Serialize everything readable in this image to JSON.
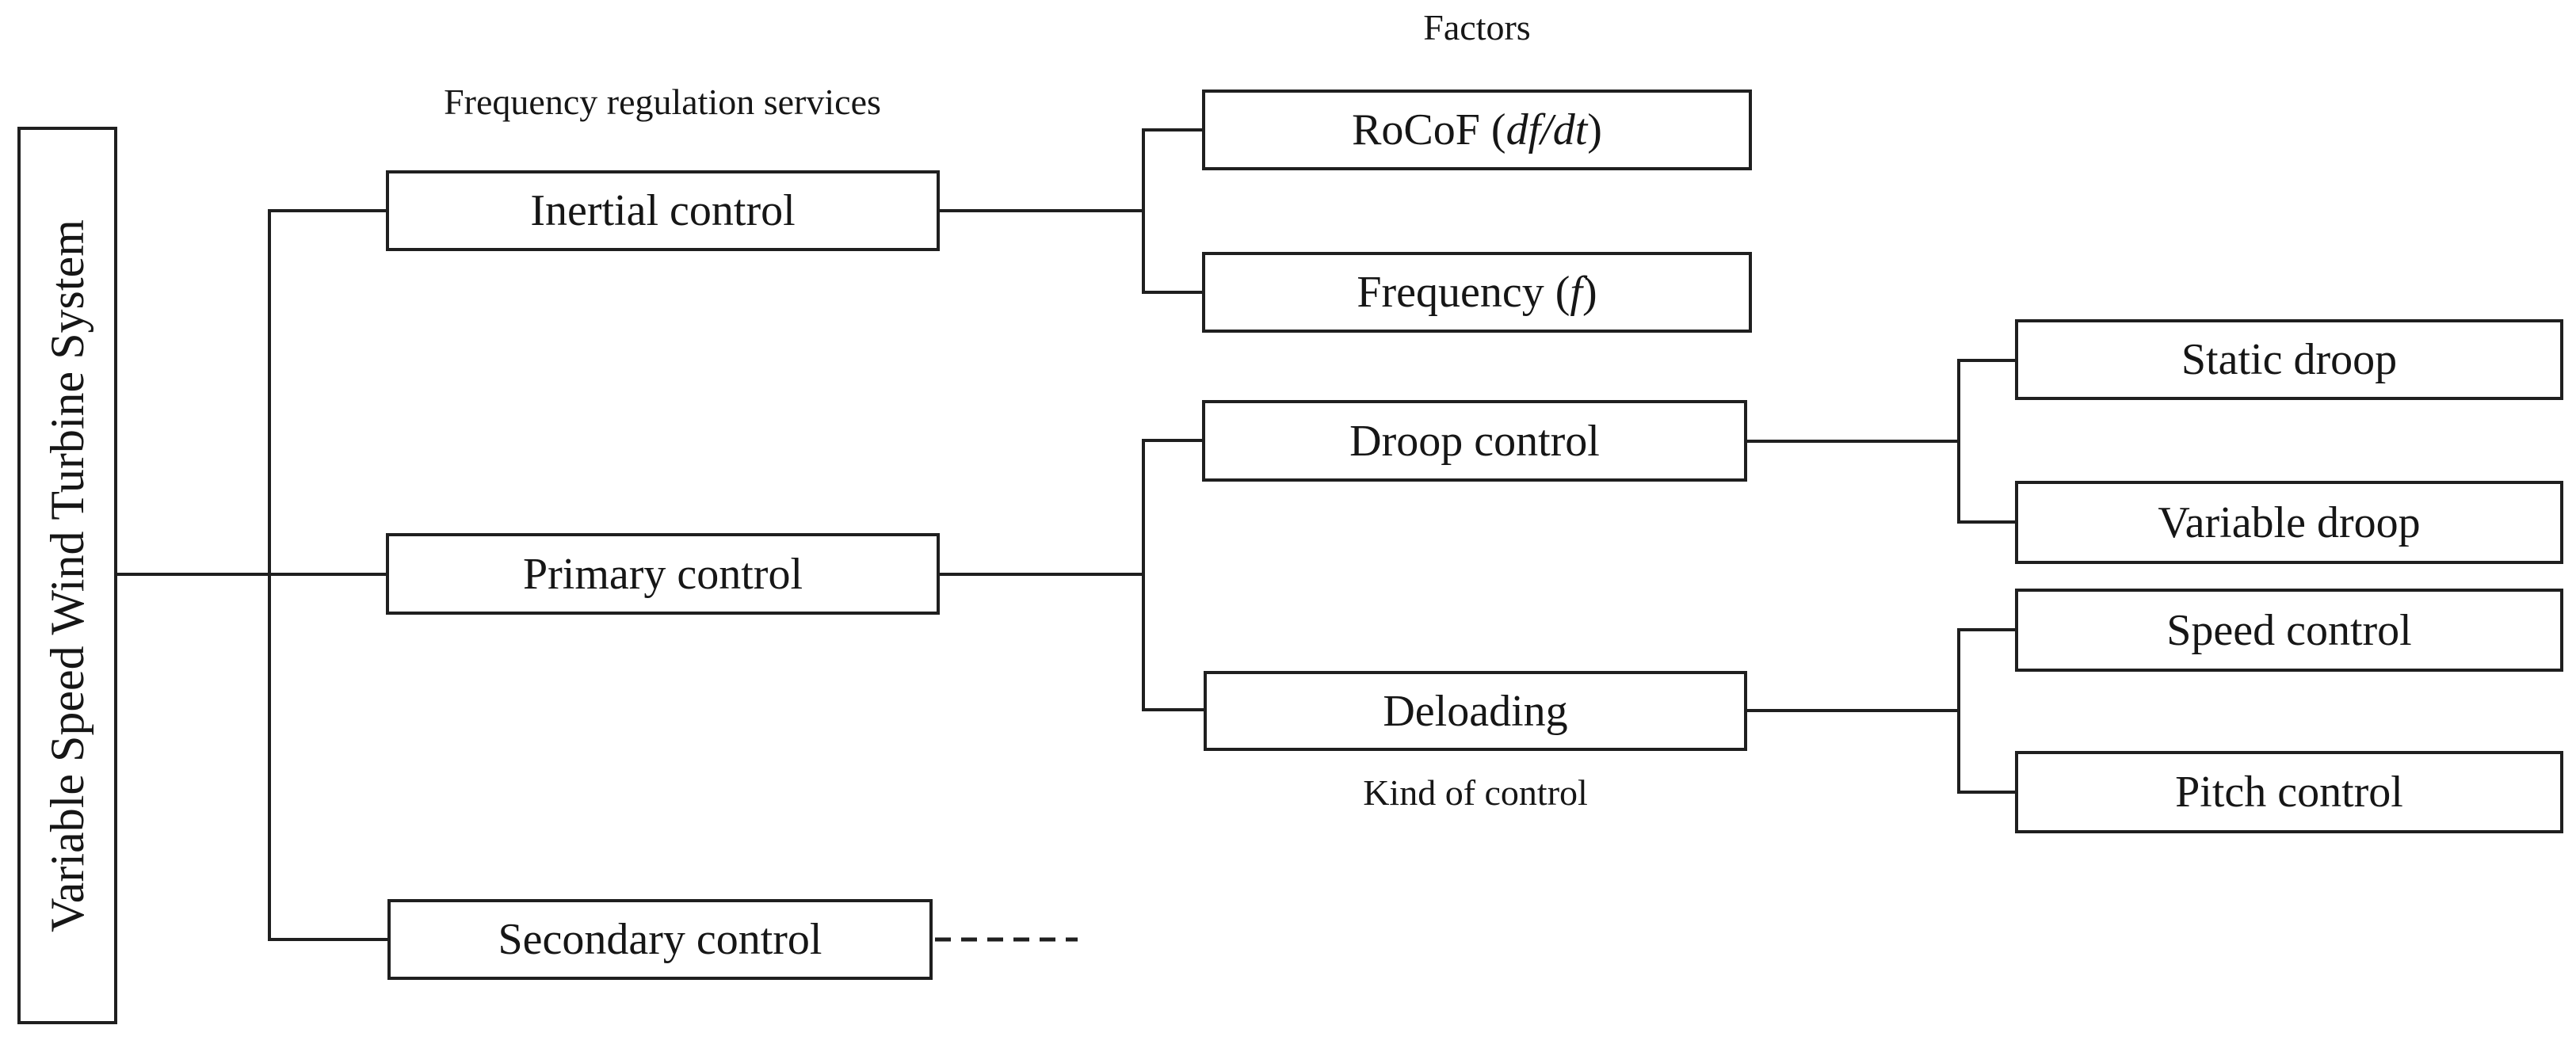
{
  "diagram": {
    "root_label": "Variable Speed Wind Turbine System",
    "headings": {
      "frequency_regulation_services": "Frequency regulation services",
      "factors": "Factors",
      "kind_of_control": "Kind of control"
    },
    "nodes": {
      "inertial": "Inertial control",
      "primary": "Primary control",
      "secondary": "Secondary control",
      "rocof_prefix": "RoCoF (",
      "rocof_math": "df/dt",
      "rocof_suffix": ")",
      "frequency_prefix": "Frequency (",
      "frequency_math": "f",
      "frequency_suffix": ")",
      "droop": "Droop control",
      "deloading": "Deloading",
      "static_droop": "Static droop",
      "variable_droop": "Variable droop",
      "speed_control": "Speed control",
      "pitch_control": "Pitch control"
    },
    "colors": {
      "line": "#1f1f1f",
      "background": "#ffffff",
      "box_fill": "#ffffff"
    }
  }
}
